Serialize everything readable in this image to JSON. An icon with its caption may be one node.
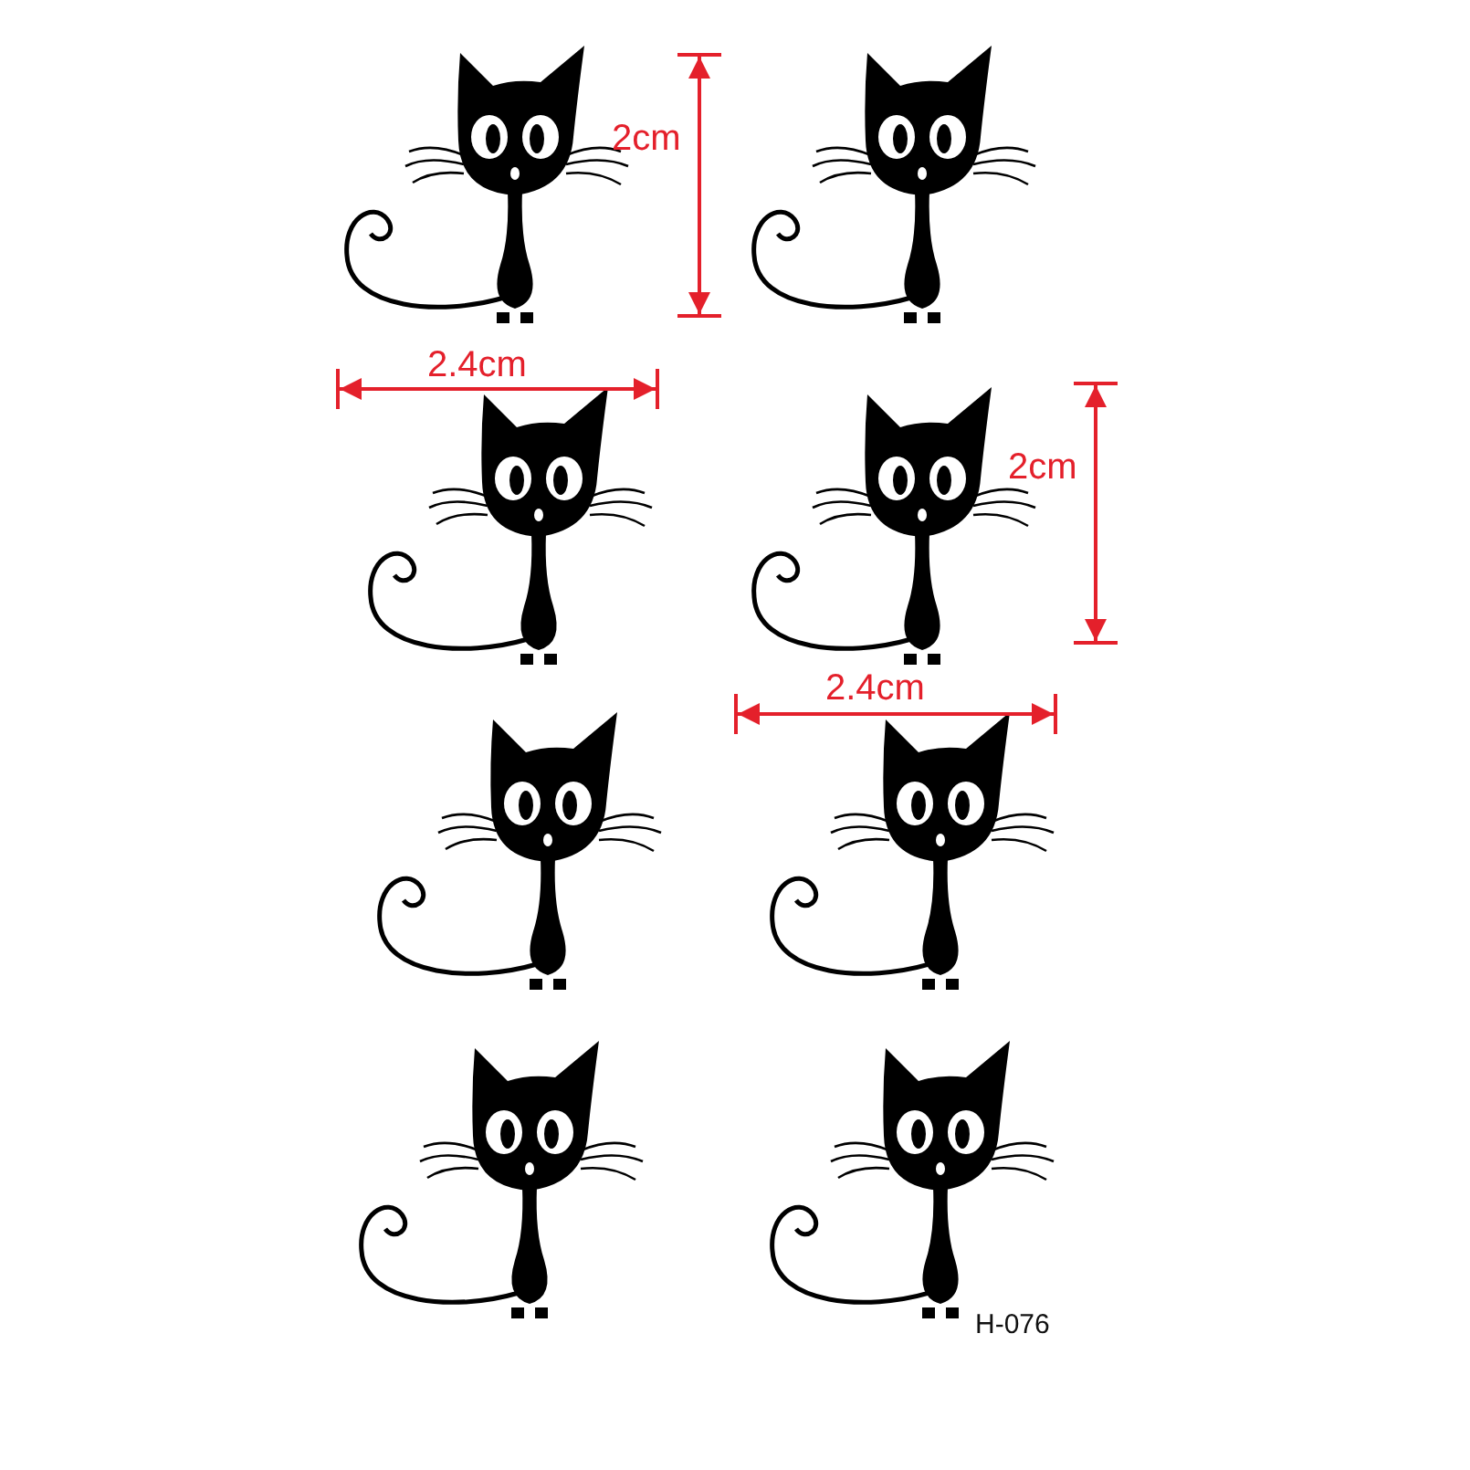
{
  "diagram": {
    "labels": [
      "2cm",
      "2.4cm",
      "2cm",
      "2.4cm",
      "H-076"
    ]
  }
}
